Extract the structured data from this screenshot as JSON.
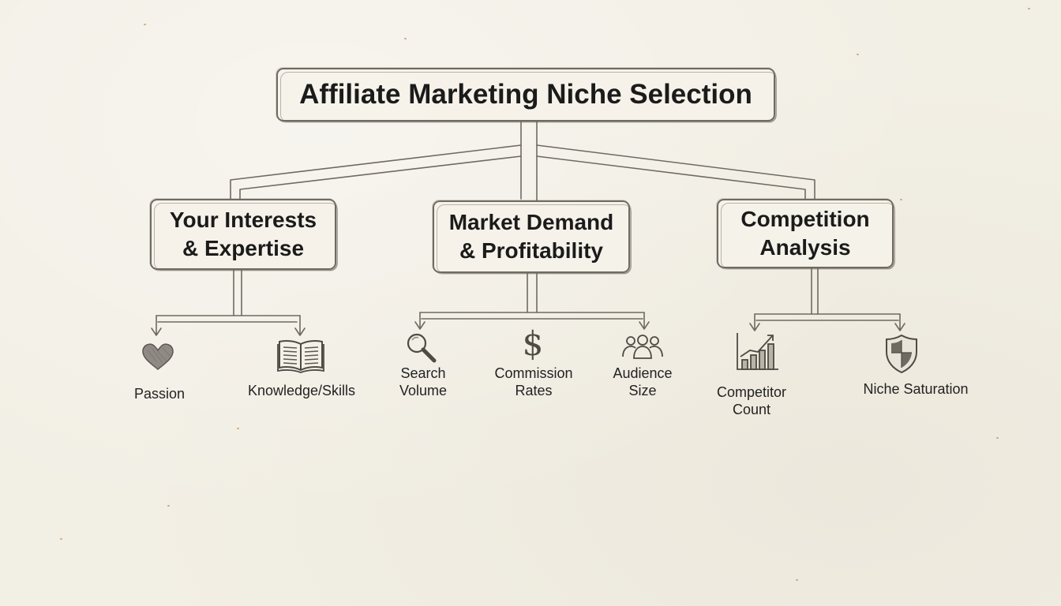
{
  "title": "Affiliate Marketing Niche Selection",
  "categories": [
    {
      "label": "Your Interests\n& Expertise",
      "items": [
        {
          "label": "Passion",
          "icon": "heart-icon"
        },
        {
          "label": "Knowledge/Skills",
          "icon": "open-book-icon"
        }
      ]
    },
    {
      "label": "Market Demand\n& Profitability",
      "items": [
        {
          "label": "Search\nVolume",
          "icon": "magnifier-icon"
        },
        {
          "label": "Commission\nRates",
          "icon": "dollar-sign-icon"
        },
        {
          "label": "Audience\nSize",
          "icon": "people-group-icon"
        }
      ]
    },
    {
      "label": "Competition\nAnalysis",
      "items": [
        {
          "label": "Competitor\nCount",
          "icon": "bar-chart-rising-icon"
        },
        {
          "label": "Niche Saturation",
          "icon": "shield-icon"
        }
      ]
    }
  ],
  "colors": {
    "paper": "#f2efe5",
    "ink": "#6f6a62",
    "text": "#1b1b1b",
    "speck": "#c88a4a"
  }
}
